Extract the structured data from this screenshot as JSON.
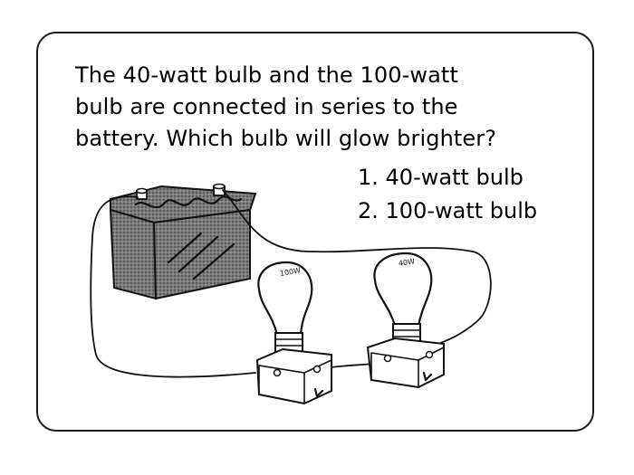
{
  "question": {
    "line1": "The 40-watt bulb and the 100-watt",
    "line2": "bulb are connected in series to the",
    "line3": "battery. Which bulb will glow brighter?"
  },
  "options": [
    {
      "label": "1. 40-watt bulb"
    },
    {
      "label": "2. 100-watt bulb"
    }
  ],
  "diagram": {
    "left_bulb_label": "100W",
    "right_bulb_label": "40W"
  }
}
